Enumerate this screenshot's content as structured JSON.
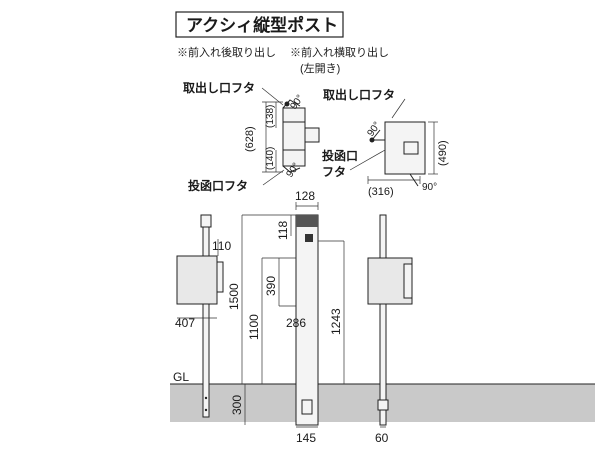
{
  "title": "アクシィ縦型ポスト",
  "variants": {
    "rear": "※前入れ後取り出し",
    "side": "※前入れ横取り出し",
    "side_note": "(左開き)"
  },
  "labels": {
    "takeout_lid_left": "取出し口フタ",
    "takeout_lid_right": "取出し口フタ",
    "insert_lid_left": "投函口フタ",
    "insert_lid_right_1": "投函口",
    "insert_lid_right_2": "フタ",
    "gl": "GL"
  },
  "dimensions": {
    "d628": "(628)",
    "d138": "(138)",
    "d140": "(140)",
    "ang_top_left": "90°",
    "ang_bottom_left": "90°",
    "d490": "(490)",
    "d316": "(316)",
    "ang_top_right": "90°",
    "ang_right": "90°",
    "d128": "128",
    "d118": "118",
    "d110": "110",
    "d1500": "1500",
    "d390": "390",
    "d407": "407",
    "d1100": "1100",
    "d286": "286",
    "d1243": "1243",
    "d300": "300",
    "d145": "145",
    "d60": "60"
  }
}
